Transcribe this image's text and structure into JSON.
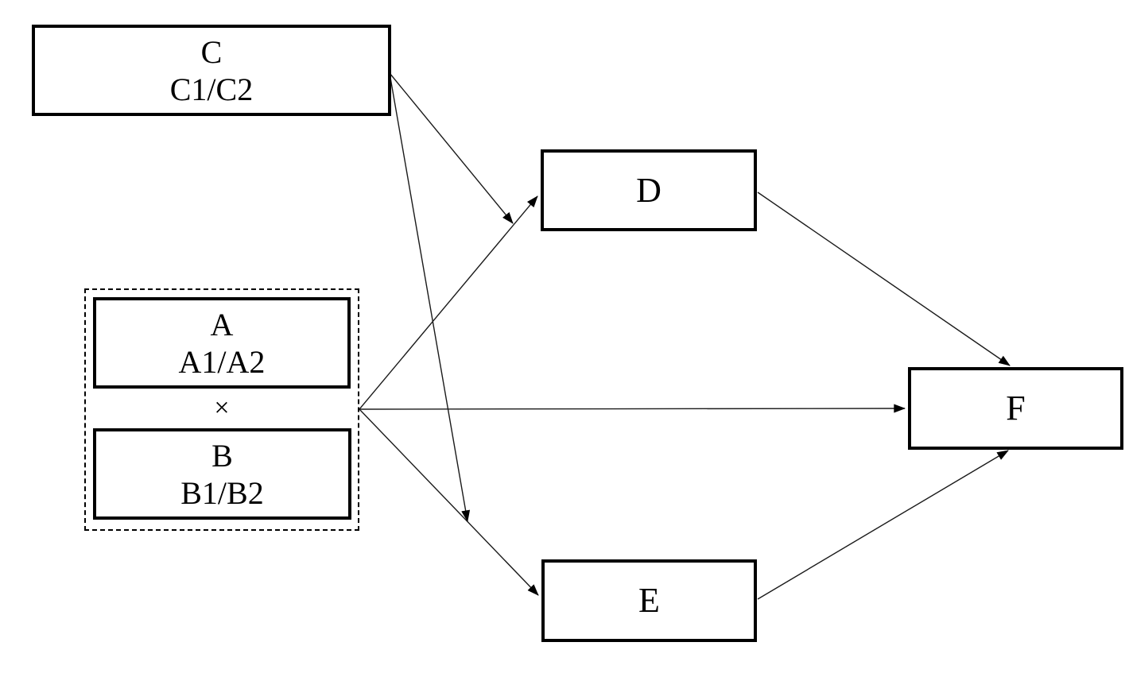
{
  "figure": {
    "type": "path-diagram",
    "background_color": "#ffffff",
    "box_border_color": "#000000",
    "arrow_color": "#1a1a1a",
    "nodes": {
      "c": {
        "title": "C",
        "subtitle": "C1/C2"
      },
      "a": {
        "title": "A",
        "subtitle": "A1/A2"
      },
      "b": {
        "title": "B",
        "subtitle": "B1/B2"
      },
      "operator": "×",
      "d": {
        "title": "D"
      },
      "e": {
        "title": "E"
      },
      "f": {
        "title": "F"
      }
    },
    "groups": [
      {
        "name": "interaction-group",
        "members": [
          "A",
          "B"
        ],
        "operator": "×",
        "style": "dashed"
      }
    ],
    "edges": [
      {
        "from": "A×B",
        "to": "D",
        "type": "direct"
      },
      {
        "from": "A×B",
        "to": "F",
        "type": "direct"
      },
      {
        "from": "A×B",
        "to": "E",
        "type": "direct"
      },
      {
        "from": "C",
        "to": "path A×B→D",
        "type": "moderation"
      },
      {
        "from": "C",
        "to": "path A×B→E",
        "type": "moderation"
      },
      {
        "from": "D",
        "to": "F",
        "type": "direct"
      },
      {
        "from": "E",
        "to": "F",
        "type": "direct"
      }
    ]
  }
}
